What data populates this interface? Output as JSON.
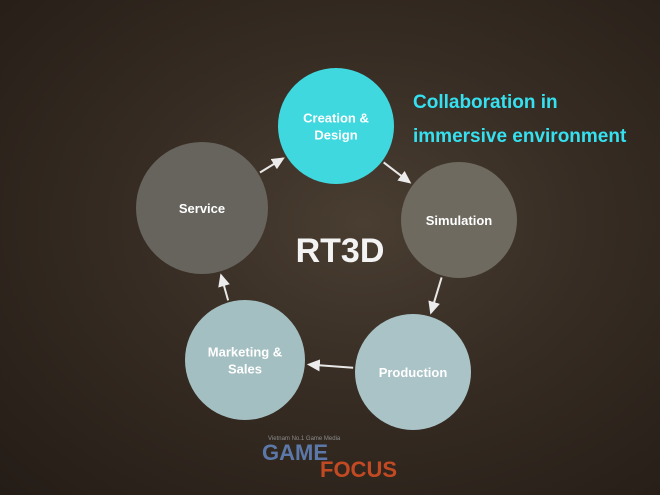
{
  "diagram": {
    "center": "RT3D",
    "callout": [
      "Collaboration in",
      "immersive environment"
    ],
    "nodes": [
      {
        "id": "creation",
        "lines": [
          "Creation &",
          "Design"
        ],
        "color": "#3fd8df"
      },
      {
        "id": "simulation",
        "lines": [
          "Simulation"
        ],
        "color": "#6e6a60"
      },
      {
        "id": "production",
        "lines": [
          "Production"
        ],
        "color": "#a9c3c7"
      },
      {
        "id": "marketing",
        "lines": [
          "Marketing &",
          "Sales"
        ],
        "color": "#a4bfc1"
      },
      {
        "id": "service",
        "lines": [
          "Service"
        ],
        "color": "#66645d"
      }
    ],
    "edges": [
      {
        "from": "creation",
        "to": "simulation"
      },
      {
        "from": "simulation",
        "to": "production"
      },
      {
        "from": "production",
        "to": "marketing"
      },
      {
        "from": "marketing",
        "to": "service"
      },
      {
        "from": "service",
        "to": "creation"
      }
    ]
  },
  "watermark": {
    "tagline": "Vietnam No.1 Game Media",
    "brand_left": "GAME",
    "brand_right": "FOCUS"
  },
  "colors": {
    "accent": "#35e1f0",
    "ring": "#e8e8e8"
  }
}
